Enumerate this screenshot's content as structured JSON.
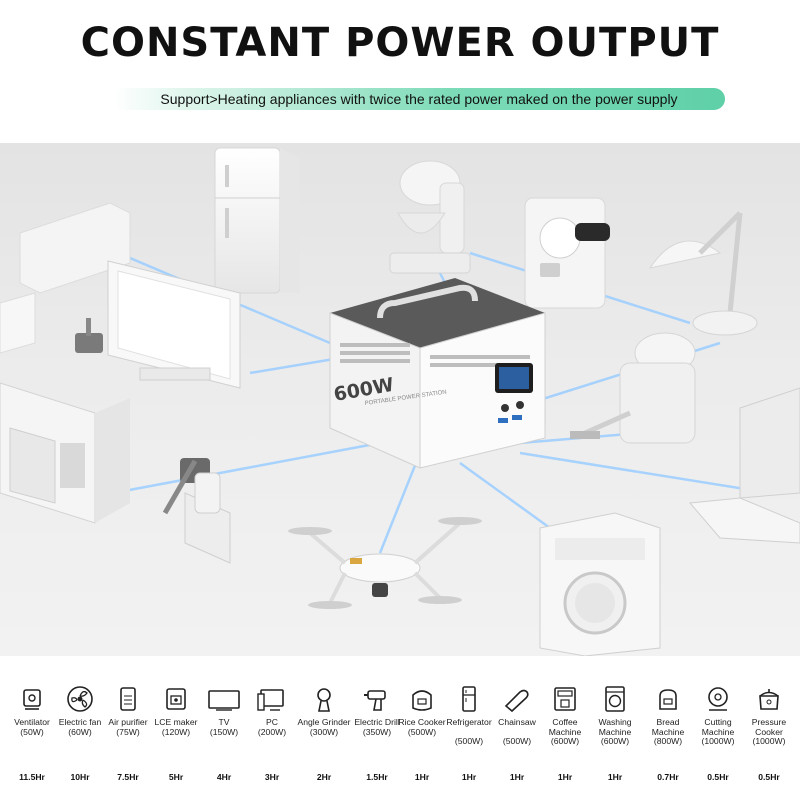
{
  "header": {
    "title": "CONSTANT POWER OUTPUT",
    "support": "Support>Heating appliances with twice the rated power maked on the power supply"
  },
  "device": {
    "watt_label": "600W",
    "watt_sub": "PORTABLE POWER STATION"
  },
  "colors": {
    "accent": "#5fd0a8",
    "glow": "#8ec5ff",
    "dark_panel": "#5a5a5a"
  },
  "appliances": [
    {
      "icon": "ventilator-icon",
      "name": "Ventilator",
      "power": "(50W)",
      "hours": "11.5Hr"
    },
    {
      "icon": "fan-icon",
      "name": "Electric fan",
      "power": "(60W)",
      "hours": "10Hr"
    },
    {
      "icon": "air-purifier-icon",
      "name": "Air purifier",
      "power": "(75W)",
      "hours": "7.5Hr"
    },
    {
      "icon": "ice-maker-icon",
      "name": "LCE maker",
      "power": "(120W)",
      "hours": "5Hr"
    },
    {
      "icon": "tv-icon",
      "name": "TV",
      "power": "(150W)",
      "hours": "4Hr"
    },
    {
      "icon": "pc-icon",
      "name": "PC",
      "power": "(200W)",
      "hours": "3Hr"
    },
    {
      "icon": "angle-grinder-icon",
      "name": "Angle Grinder",
      "power": "(300W)",
      "hours": "2Hr"
    },
    {
      "icon": "drill-icon",
      "name": "Electric Drill",
      "power": "(350W)",
      "hours": "1.5Hr"
    },
    {
      "icon": "rice-cooker-icon",
      "name": "Rice Cooker",
      "power": "(500W)",
      "hours": "1Hr"
    },
    {
      "icon": "refrigerator-icon",
      "name": "Refrigerator",
      "power": "(500W)",
      "hours": "1Hr"
    },
    {
      "icon": "chainsaw-icon",
      "name": "Chainsaw",
      "power": "(500W)",
      "hours": "1Hr"
    },
    {
      "icon": "coffee-machine-icon",
      "name": "Coffee Machine",
      "power": "(600W)",
      "hours": "1Hr"
    },
    {
      "icon": "washing-machine-icon",
      "name": "Washing Machine",
      "power": "(600W)",
      "hours": "1Hr"
    },
    {
      "icon": "bread-machine-icon",
      "name": "Bread Machine",
      "power": "(800W)",
      "hours": "0.7Hr"
    },
    {
      "icon": "cutting-machine-icon",
      "name": "Cutting Machine",
      "power": "(1000W)",
      "hours": "0.5Hr"
    },
    {
      "icon": "pressure-cooker-icon",
      "name": "Pressure Cooker",
      "power": "(1000W)",
      "hours": "0.5Hr"
    }
  ]
}
